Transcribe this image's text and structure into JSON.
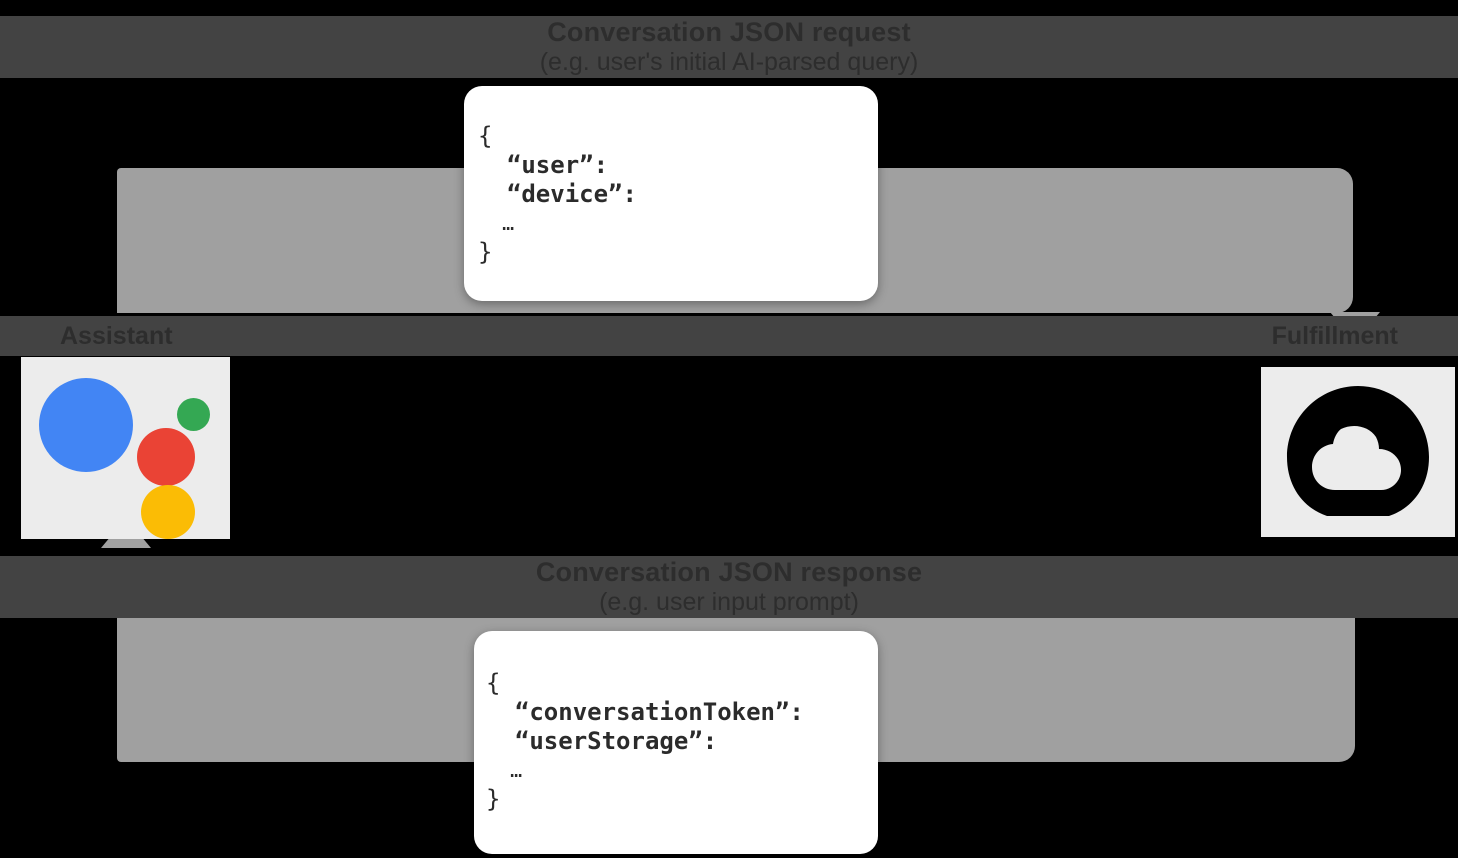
{
  "diagram": {
    "request_section": {
      "title": "Conversation JSON request",
      "subtitle": "(e.g. user's initial AI-parsed query)",
      "code_lines": [
        "{",
        "  “user”:",
        "  “device”:",
        "  …",
        "}"
      ]
    },
    "response_section": {
      "title": "Conversation JSON response",
      "subtitle": "(e.g. user input prompt)",
      "code_lines": [
        "{",
        "  “conversationToken”:",
        "  “userStorage”:",
        "  …",
        "}"
      ]
    },
    "endpoints": {
      "left_label": "Assistant",
      "right_label": "Fulfillment",
      "left_icon": "google-assistant-icon",
      "right_icon": "cloud-icon"
    },
    "colors": {
      "background": "#000000",
      "strip": "#434343",
      "flow_bar": "#a0a0a0",
      "tile": "#ececec",
      "card": "#ffffff",
      "assistant_blue": "#4285F4",
      "assistant_red": "#EA4335",
      "assistant_green": "#34A853",
      "assistant_yellow": "#FBBC05"
    }
  }
}
